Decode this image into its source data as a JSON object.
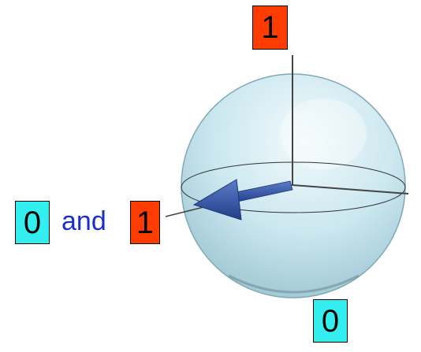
{
  "diagram": {
    "top_state": "1",
    "bottom_state": "0",
    "superposition": {
      "left_state": "0",
      "connector": "and",
      "right_state": "1"
    }
  },
  "colors": {
    "state_one_fill": "#FF3C00",
    "state_zero_fill": "#33EEEE",
    "connector_text": "#1A2FC8",
    "sphere_fill": "#C8E6EE",
    "arrow": "#2D4C9E"
  }
}
